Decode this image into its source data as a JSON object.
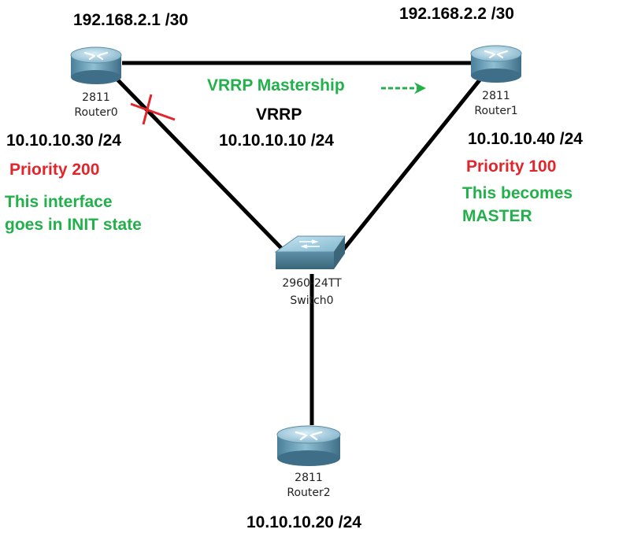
{
  "colors": {
    "link": "#000000",
    "failure": "#e0252b",
    "highlight": "#22b04a",
    "warning": "#e0252b"
  },
  "routers": [
    {
      "id": "router0",
      "model": "2811",
      "name": "Router0",
      "wan_ip": "192.168.2.1 /30",
      "lan_ip": "10.10.10.30 /24",
      "priority": "Priority 200",
      "note_lines": [
        "This interface",
        "goes in INIT state"
      ]
    },
    {
      "id": "router1",
      "model": "2811",
      "name": "Router1",
      "wan_ip": "192.168.2.2 /30",
      "lan_ip": "10.10.10.40 /24",
      "priority": "Priority 100",
      "note_lines": [
        "This becomes",
        "MASTER"
      ]
    },
    {
      "id": "router2",
      "model": "2811",
      "name": "Router2",
      "lan_ip": "10.10.10.20 /24"
    }
  ],
  "switch": {
    "model": "2960-24TT",
    "name": "Switch0"
  },
  "vrrp": {
    "label": "VRRP",
    "virtual_ip": "10.10.10.10 /24",
    "mastership_label": "VRRP Mastership"
  },
  "links": [
    {
      "from": "router0",
      "to": "router1",
      "type": "wan"
    },
    {
      "from": "router0",
      "to": "switch0",
      "type": "lan",
      "failed": true
    },
    {
      "from": "router1",
      "to": "switch0",
      "type": "lan"
    },
    {
      "from": "switch0",
      "to": "router2",
      "type": "lan"
    }
  ]
}
